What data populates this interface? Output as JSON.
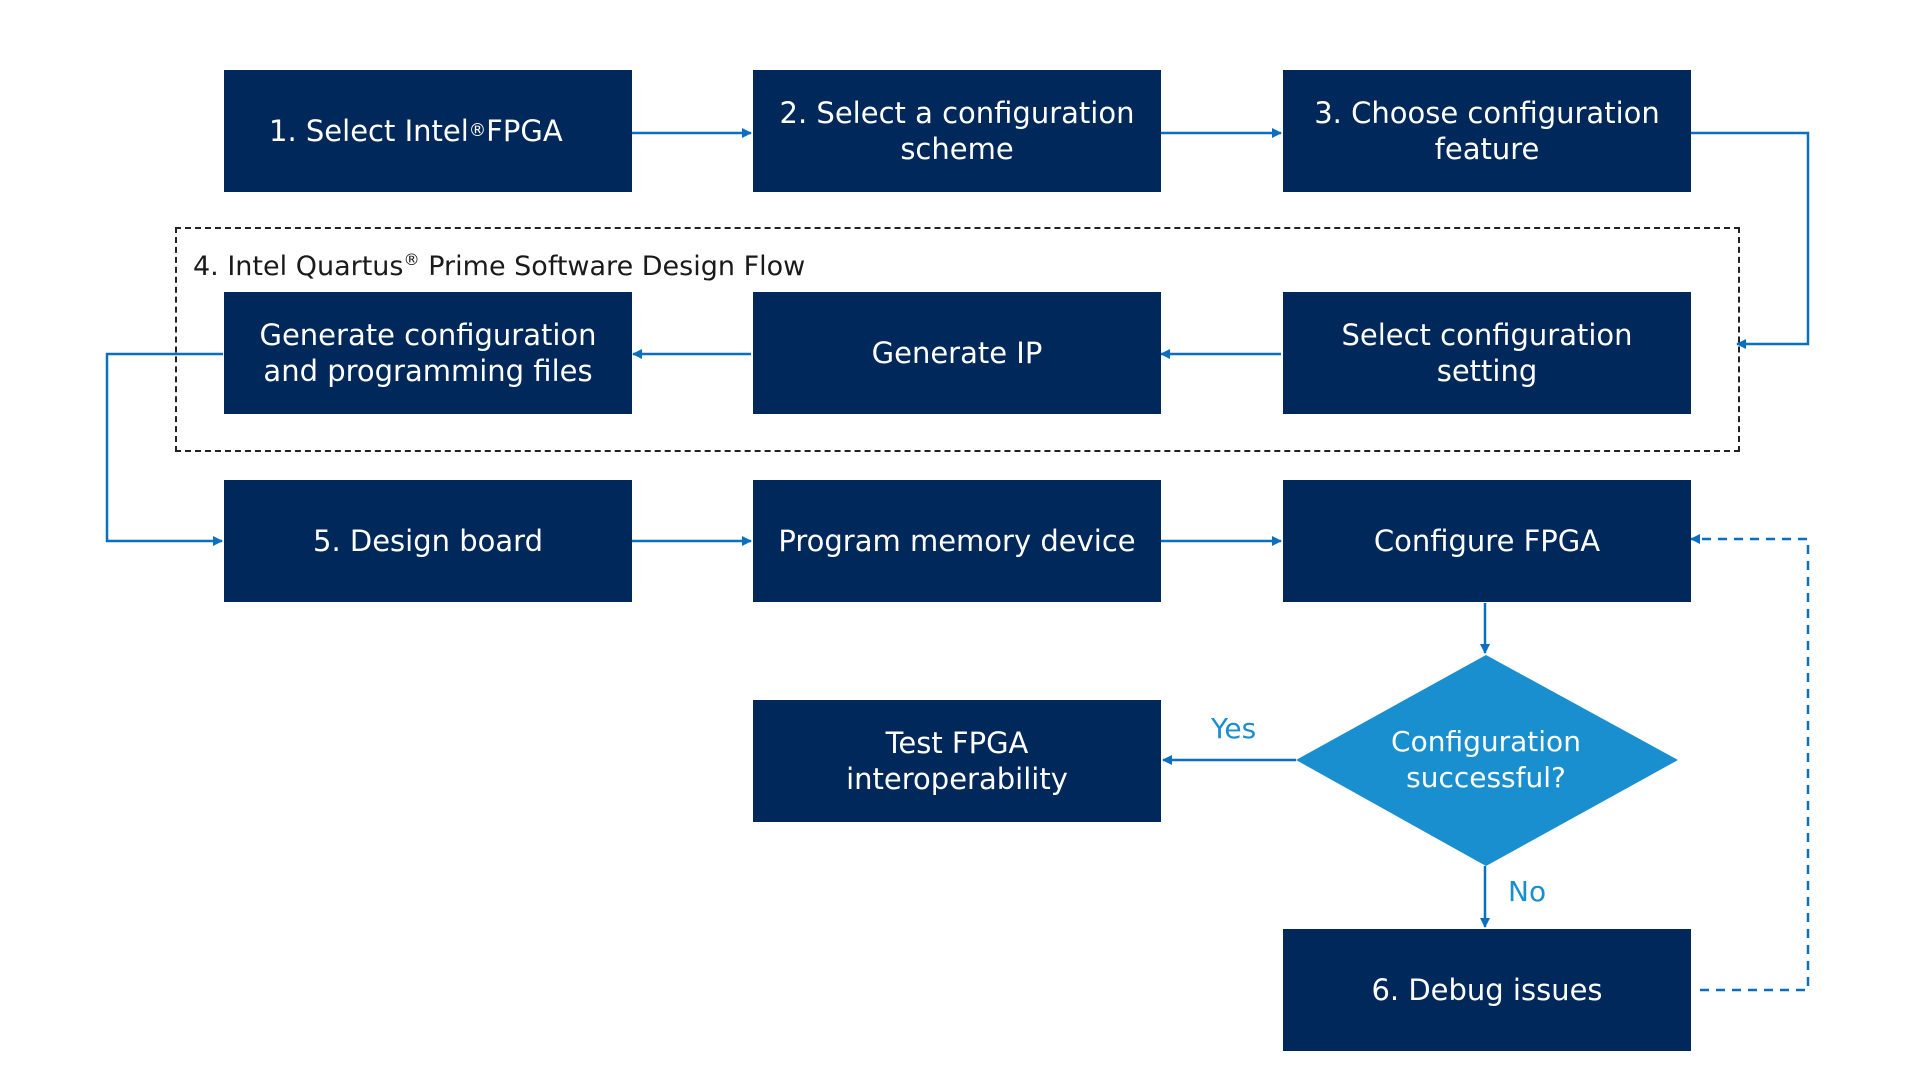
{
  "group": {
    "title": "4. Intel Quartus® Prime Software Design Flow"
  },
  "steps": {
    "select_fpga": "1.  Select Intel® FPGA",
    "select_scheme": "2. Select a configuration scheme",
    "choose_feature": "3. Choose configuration feature",
    "select_setting": "Select configuration setting",
    "generate_ip": "Generate IP",
    "generate_files": "Generate configuration and programming files",
    "design_board": "5. Design board",
    "program_memory": "Program memory device",
    "configure_fpga": "Configure FPGA",
    "test_fpga": "Test FPGA interoperability",
    "debug_issues": "6. Debug issues"
  },
  "decision": {
    "question": "Configuration successful?",
    "yes_label": "Yes",
    "no_label": "No"
  },
  "colors": {
    "box_fill": "#00285a",
    "diamond_fill": "#1a8fcf",
    "arrow": "#0b6fc1",
    "label_accent": "#1a8fcf",
    "dashed_frame": "#222222"
  }
}
